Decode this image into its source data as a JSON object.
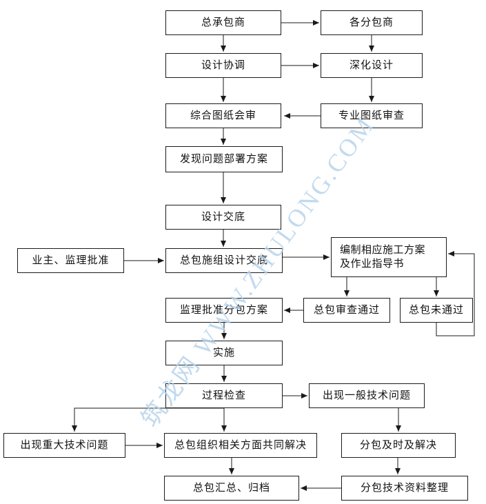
{
  "watermark": {
    "text": "筑龙网 WWW.ZHULONG.COM",
    "color": "#b3d1ea"
  },
  "nodes": {
    "general_contractor": {
      "label": "总承包商"
    },
    "subcontractors": {
      "label": "各分包商"
    },
    "design_coordination": {
      "label": "设计协调"
    },
    "deepen_design": {
      "label": "深化设计"
    },
    "joint_drawing_review": {
      "label": "综合图纸会审"
    },
    "professional_drawing_review": {
      "label": "专业图纸审查"
    },
    "problem_deployment_plan": {
      "label": "发现问题部署方案"
    },
    "design_disclosure": {
      "label": "设计交底"
    },
    "owner_supervisor_approval": {
      "label": "业主、监理批准"
    },
    "gc_org_design_disclosure": {
      "label": "总包施组设计交底"
    },
    "prepare_construction_plan": {
      "label": "编制相应施工方案\n及作业指导书"
    },
    "supervisor_approve_subcontract_plan": {
      "label": "监理批准分包方案"
    },
    "gc_review_passed": {
      "label": "总包审查通过"
    },
    "gc_review_failed": {
      "label": "总包未通过"
    },
    "implementation": {
      "label": "实施"
    },
    "process_inspection": {
      "label": "过程检查"
    },
    "general_technical_issue": {
      "label": "出现一般技术问题"
    },
    "major_technical_issue": {
      "label": "出现重大技术问题"
    },
    "gc_joint_resolution": {
      "label": "总包组织相关方面共同解决"
    },
    "subcontract_timely_resolution": {
      "label": "分包及时及解决"
    },
    "gc_summary_archive": {
      "label": "总包汇总、归档"
    },
    "subcontract_data_filing": {
      "label": "分包技术资料整理"
    }
  }
}
